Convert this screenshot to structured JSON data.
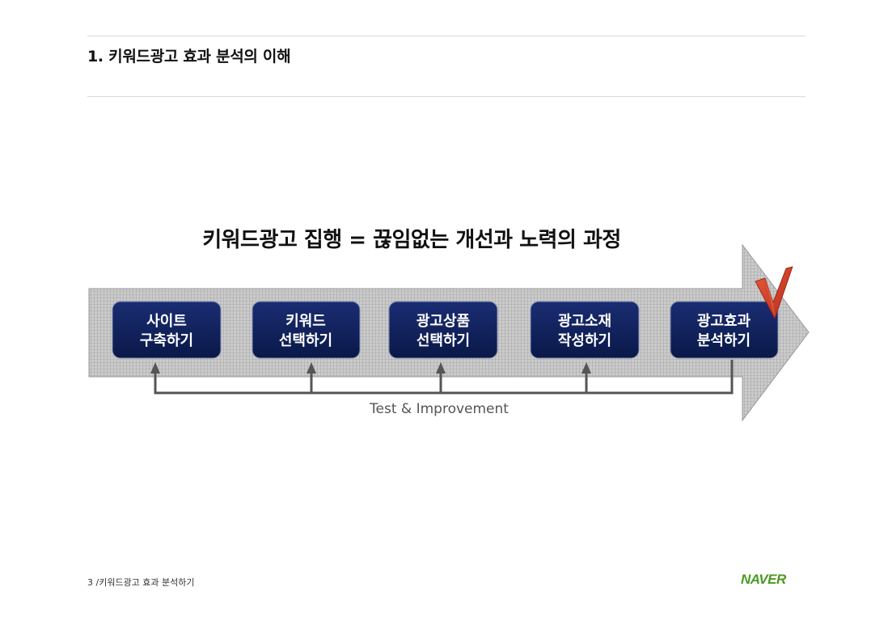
{
  "section": {
    "title": "1.  키워드광고 효과 분석의 이해"
  },
  "headline": "키워드광고 집행 = 끊임없는 개선과 노력의 과정",
  "steps": [
    {
      "line1": "사이트",
      "line2": "구축하기"
    },
    {
      "line1": "키워드",
      "line2": "선택하기"
    },
    {
      "line1": "광고상품",
      "line2": "선택하기"
    },
    {
      "line1": "광고소재",
      "line2": "작성하기"
    },
    {
      "line1": "광고효과",
      "line2": "분석하기"
    }
  ],
  "feedback_label": "Test & Improvement",
  "footer": {
    "page": "3 /키워드광고 효과 분석하기",
    "logo": "NAVER"
  },
  "colors": {
    "box_fill": "#0d1f5c",
    "arrow_fill": "#c9c9c9",
    "feedback_line": "#555555",
    "checkmark": "#d0402a",
    "logo": "#4a9a23"
  },
  "icons": {
    "highlight": "checkmark-icon"
  }
}
